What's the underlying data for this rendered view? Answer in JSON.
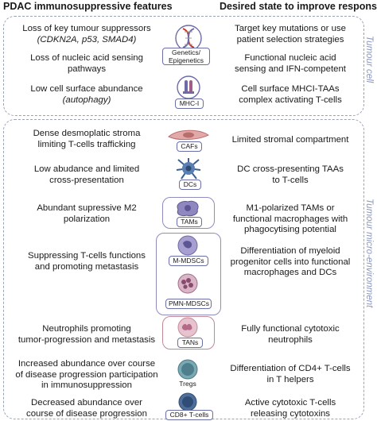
{
  "headers": {
    "left": "PDAC immunosuppressive features",
    "right": "Desired state to improve responses"
  },
  "sections": {
    "tumour_cell": "Tumour cell",
    "tme": "Tumour micro-environment"
  },
  "rows": [
    {
      "feature_1": "Loss of key tumour suppressors",
      "feature_2": "(CDKN2A, p53, SMAD4)",
      "target_1": "Target key mutations or use",
      "target_2": "patient selection strategies"
    },
    {
      "feature_1": "Loss of nucleic acid sensing",
      "feature_2": "pathways",
      "target_1": "Functional nucleic acid",
      "target_2": "sensing and IFN-competent"
    },
    {
      "feature_1": "Low cell surface abundance",
      "feature_2": "(autophagy)",
      "target_1": "Cell surface MHCI-TAAs",
      "target_2": "complex activating T-cells"
    },
    {
      "feature_1": "Dense desmoplatic stroma",
      "feature_2": "limiting T-cells trafficking",
      "target_1": "Limited stromal compartment"
    },
    {
      "feature_1": "Low abudance and limited",
      "feature_2": "cross-presentation",
      "target_1": "DC cross-presenting TAAs",
      "target_2": "to T-cells"
    },
    {
      "feature_1": "Abundant supressive M2",
      "feature_2": "polarization",
      "target_1": "M1-polarized TAMs or",
      "target_2": "functional macrophages with",
      "target_3": "phagocytising potential"
    },
    {
      "feature_1": "Suppressing T-cells functions",
      "feature_2": "and promoting metastasis",
      "target_1": "Differentiation of myeloid",
      "target_2": "progenitor cells into functional",
      "target_3": "macrophages and DCs"
    },
    {
      "feature_1": "Neutrophils promoting",
      "feature_2": "tumor-progression and metastasis",
      "target_1": "Fully functional cytotoxic",
      "target_2": "neutrophils"
    },
    {
      "feature_1": "Increased abundance over course",
      "feature_2": "of disease progression participation",
      "feature_3": "in immunosuppression",
      "target_1": "Differentiation of CD4+ T-cells",
      "target_2": "in T helpers"
    },
    {
      "feature_1": "Decreased abundance over",
      "feature_2": "course of disease progression",
      "target_1": "Active cytotoxic T-cells",
      "target_2": "releasing cytotoxins"
    }
  ],
  "icon_labels": {
    "genetics": "Genetics/",
    "epigenetics": "Epigenetics",
    "mhc": "MHC-I",
    "cafs": "CAFs",
    "dcs": "DCs",
    "tams": "TAMs",
    "mmdscs": "M-MDSCs",
    "pmnmdscs": "PMN-MDSCs",
    "tans": "TANs",
    "tregs": "Tregs",
    "cd8": "CD8+ T-cells"
  },
  "colors": {
    "dashed_border": "#9aa3b5",
    "section_label": "#8c98c0",
    "icon_purple": "#6e6aa8",
    "icon_blue": "#3c5f8f",
    "icon_teal": "#5a8f9a",
    "icon_pink": "#c98aa0"
  }
}
